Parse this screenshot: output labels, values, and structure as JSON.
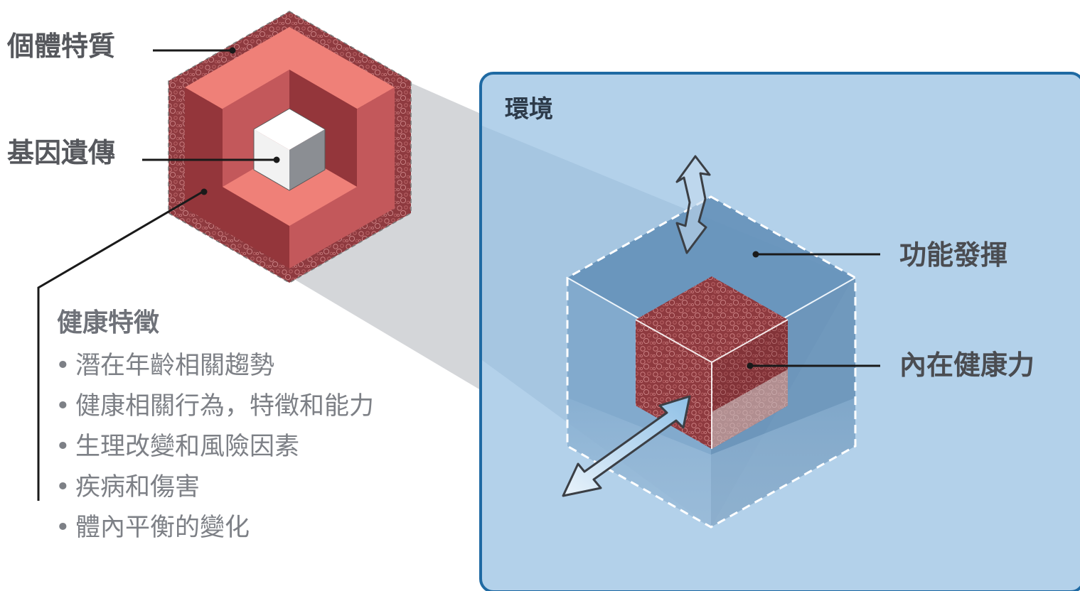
{
  "labels": {
    "individual_traits": "個體特質",
    "genetic_inheritance": "基因遺傳",
    "environment": "環境",
    "functional_ability": "功能發揮",
    "intrinsic_capacity": "內在健康力"
  },
  "health_characteristics": {
    "title": "健康特徵",
    "bullet": "•",
    "items": [
      "潛在年齡相關趨勢",
      "健康相關行為，特徵和能力",
      "生理改變和風險因素",
      "疾病和傷害",
      "體內平衡的變化"
    ]
  },
  "colors": {
    "hex_outer_texture": "#8e3a3f",
    "hex_light_face": "#ef8078",
    "hex_dark_face": "#94363b",
    "hex_mid_face": "#c3585b",
    "gene_cube_top": "#ffffff",
    "gene_cube_side": "#8b8e93",
    "environment_panel": "#b3d1ea",
    "environment_border": "#1f6aa3",
    "funnel_gray": "#d4d6d9",
    "cube_back_faces": "#5f8db6",
    "capacity_cube": "#8b2d33",
    "leader_line": "#1a1a1a"
  },
  "icons": [
    "vertical-double-arrow-icon",
    "diagonal-double-arrow-icon"
  ]
}
